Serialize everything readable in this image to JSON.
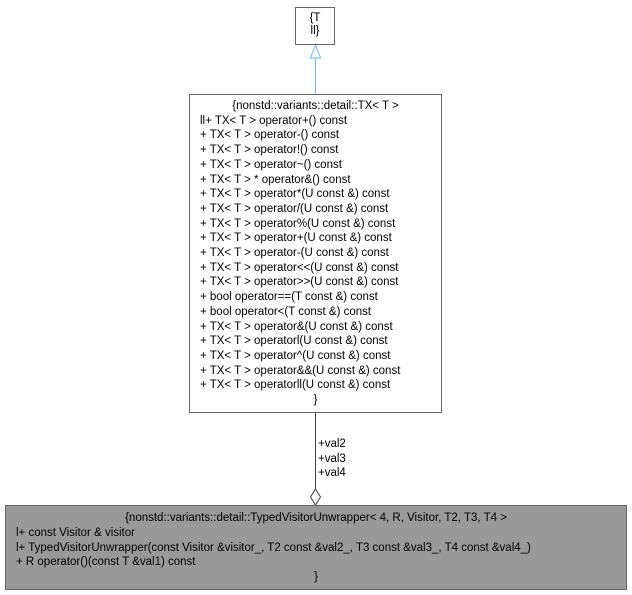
{
  "nodes": {
    "template_param": {
      "title": "{T",
      "lines": [
        "ll}"
      ]
    },
    "tx": {
      "title": "{nonstd::variants::detail::TX< T >",
      "lines": [
        "ll+ TX< T > operator+() const",
        "+ TX< T > operator-() const",
        "+ TX< T > operator!() const",
        "+ TX< T > operator~() const",
        "+ TX< T > * operator&() const",
        "+ TX< T > operator*(U const &) const",
        "+ TX< T > operator/(U const &) const",
        "+ TX< T > operator%(U const &) const",
        "+ TX< T > operator+(U const &) const",
        "+ TX< T > operator-(U const &) const",
        "+ TX< T > operator<<(U const &) const",
        "+ TX< T > operator>>(U const &) const",
        "+ bool operator==(T const &) const",
        "+ bool operator<(T const &) const",
        "+ TX< T > operator&(U const &) const",
        "+ TX< T > operatorl(U const &) const",
        "+ TX< T > operator^(U const &) const",
        "+ TX< T > operator&&(U const &) const",
        "+ TX< T > operatorll(U const &) const"
      ],
      "close": "}"
    },
    "unwrapper": {
      "title": "{nonstd::variants::detail::TypedVisitorUnwrapper< 4, R, Visitor, T2, T3, T4 >",
      "lines": [
        "l+ const Visitor & visitor",
        "l+  TypedVisitorUnwrapper(const Visitor &visitor_, T2 const &val2_, T3 const &val3_, T4 const &val4_)",
        "+ R operator()(const T &val1) const"
      ],
      "close": "}"
    }
  },
  "edges": {
    "aggregation_labels": [
      "+val2",
      "+val3",
      "+val4"
    ]
  },
  "colors": {
    "inheritance_arrow": "#63b8ff",
    "aggregation_line": "#404040",
    "highlight_box": "#999999"
  }
}
